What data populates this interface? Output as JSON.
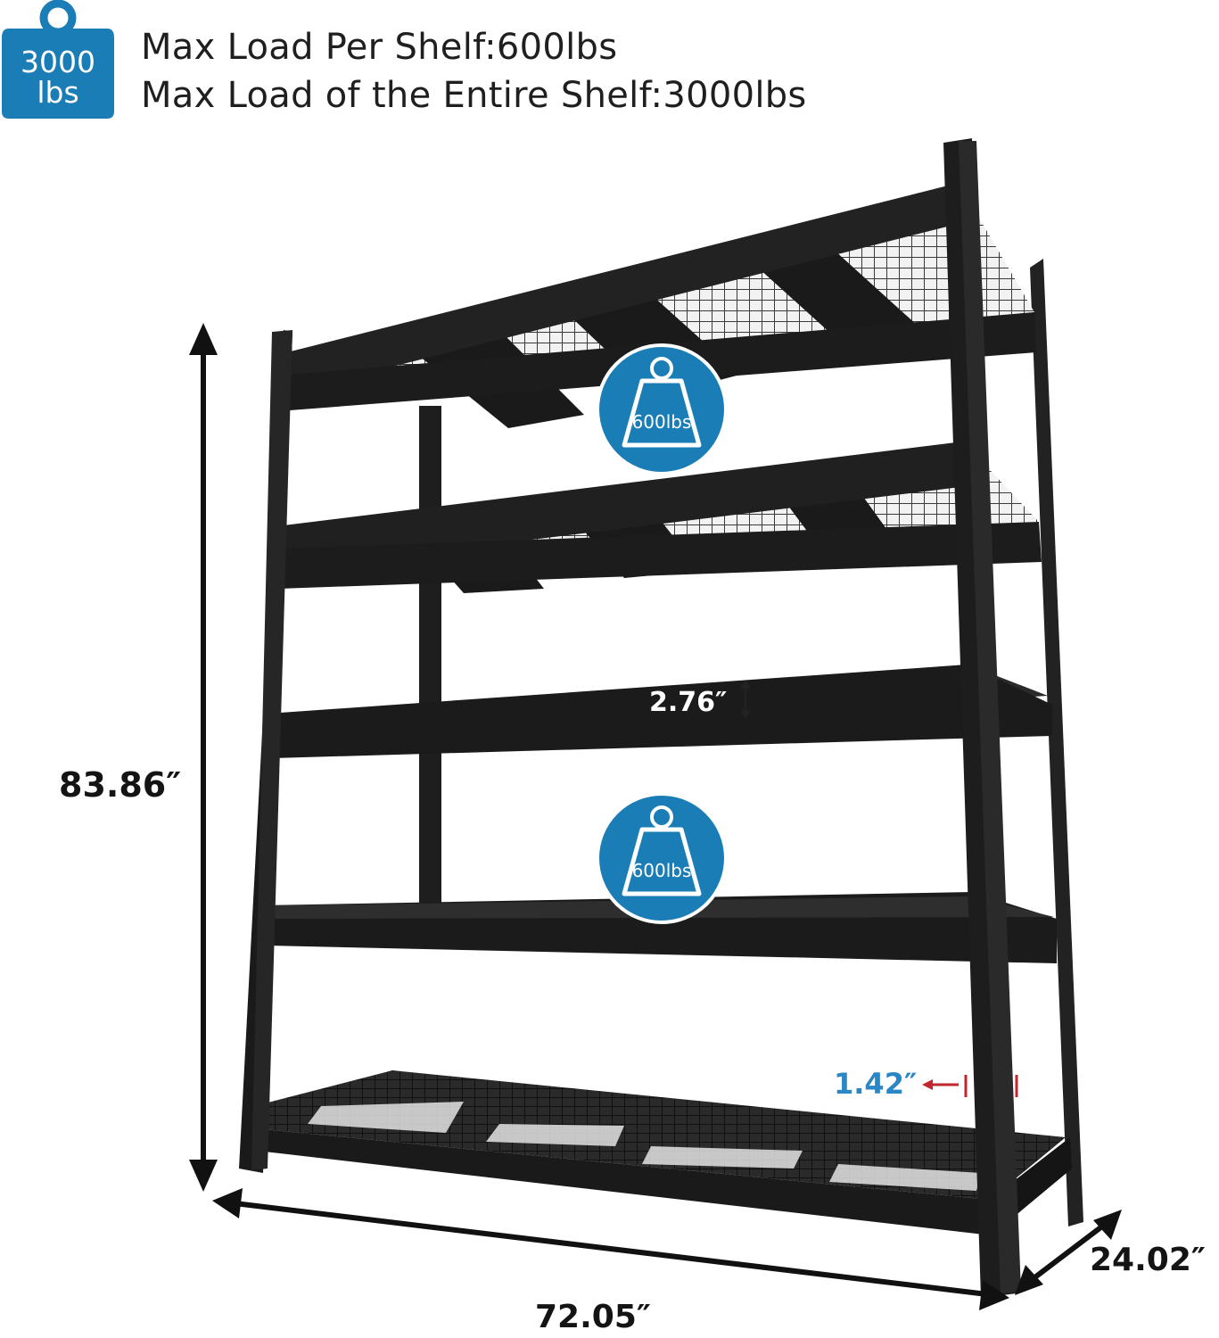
{
  "header": {
    "badge_top": "3000",
    "badge_bottom": "lbs",
    "line1": "Max Load Per Shelf:600lbs",
    "line2": "Max Load of the Entire Shelf:3000lbs"
  },
  "badges": {
    "shelf_load_top": "600lbs",
    "shelf_load_middle": "600lbs"
  },
  "dimensions": {
    "height": "83.86″",
    "width": "72.05″",
    "depth": "24.02″",
    "beam_height": "2.76″",
    "hole_spacing": "1.42″"
  },
  "colors": {
    "accent_blue": "#1b7db5",
    "dimension_blue": "#2b86c5",
    "arrow_red": "#c0262c",
    "shelf_black": "#1a1a1a"
  }
}
